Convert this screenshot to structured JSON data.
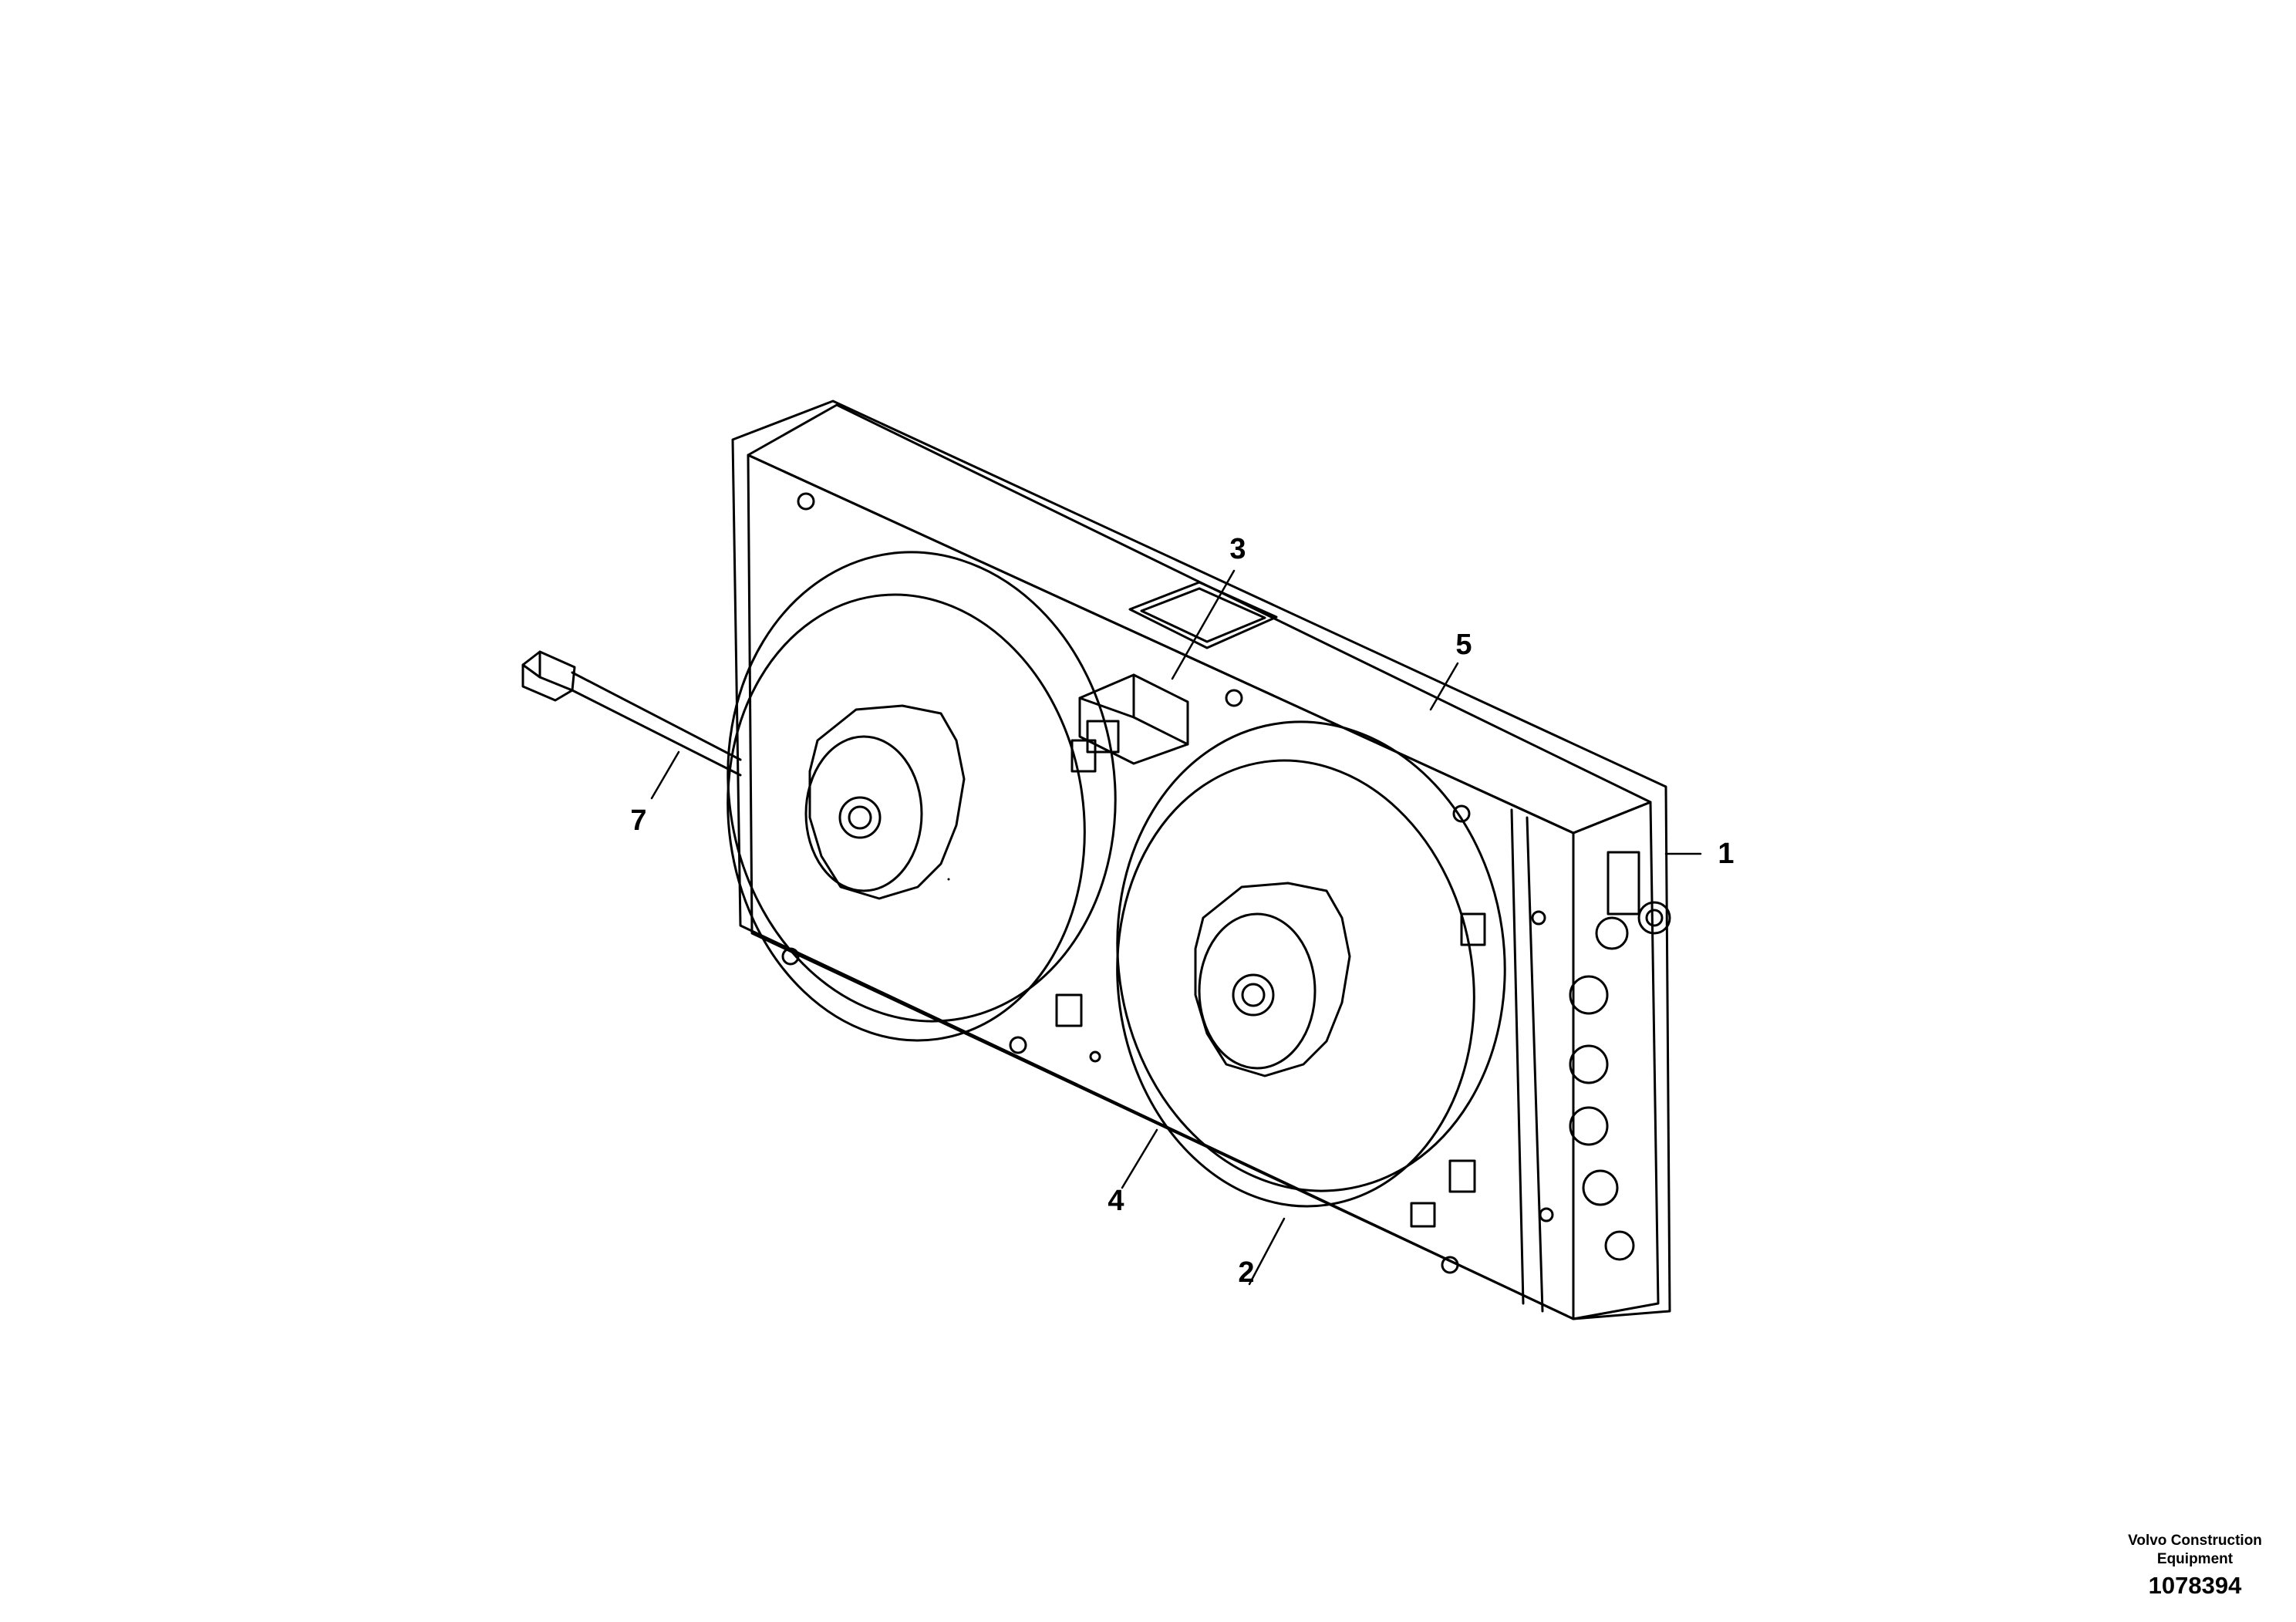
{
  "callouts": {
    "c1": "1",
    "c2": "2",
    "c3": "3",
    "c4": "4",
    "c5": "5",
    "c7": "7"
  },
  "footer": {
    "organization": "Volvo Construction Equipment",
    "drawing_number": "1078394"
  }
}
